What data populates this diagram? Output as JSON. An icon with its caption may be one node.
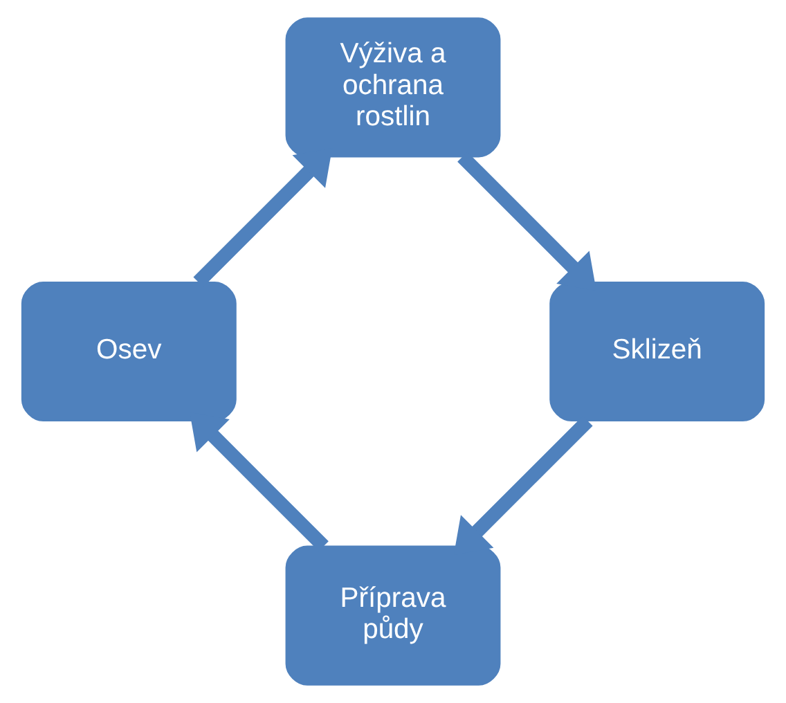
{
  "diagram": {
    "nodes": [
      {
        "text": [
          "Příprava půdy"
        ]
      },
      {
        "text": [
          "Osev"
        ]
      },
      {
        "text": [
          "Výživa a ochrana rostlin"
        ]
      },
      {
        "text": [
          "Sklizeň"
        ]
      }
    ],
    "edges": [
      {
        "from": 0,
        "to": 1,
        "arrow": "to"
      },
      {
        "from": 1,
        "to": 2,
        "arrow": "to"
      },
      {
        "from": 2,
        "to": 3,
        "arrow": "to"
      },
      {
        "from": 3,
        "to": 0,
        "arrow": "to"
      }
    ]
  }
}
